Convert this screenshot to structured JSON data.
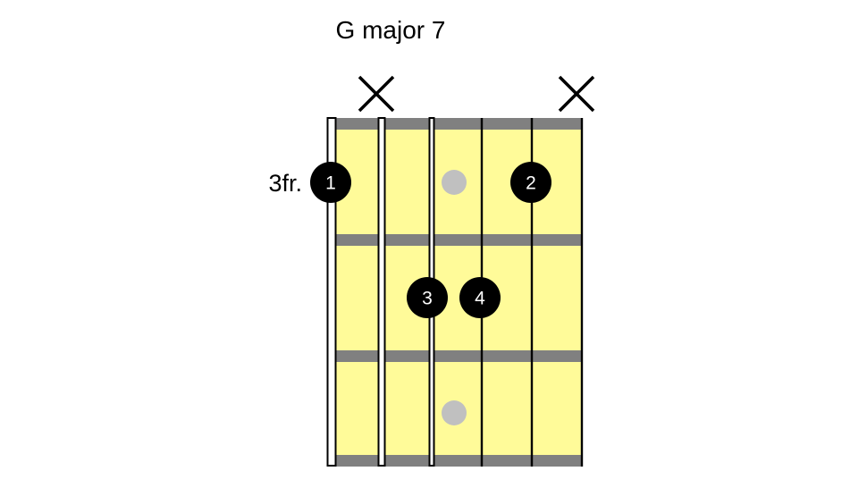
{
  "title": "G major 7",
  "fret_label": "3fr.",
  "strings_muted": [
    2,
    6
  ],
  "fingers": [
    {
      "label": "1",
      "string": 1,
      "fret": 1
    },
    {
      "label": "2",
      "string": 5,
      "fret": 1
    },
    {
      "label": "3",
      "string": 3,
      "fret": 2
    },
    {
      "label": "4",
      "string": 4,
      "fret": 2
    }
  ],
  "inlays": [
    {
      "fret": 1
    },
    {
      "fret": 3
    }
  ],
  "colors": {
    "fretboard": "#fffb99",
    "fret": "#808080",
    "finger": "#000000",
    "inlay": "#c0c0c0"
  }
}
